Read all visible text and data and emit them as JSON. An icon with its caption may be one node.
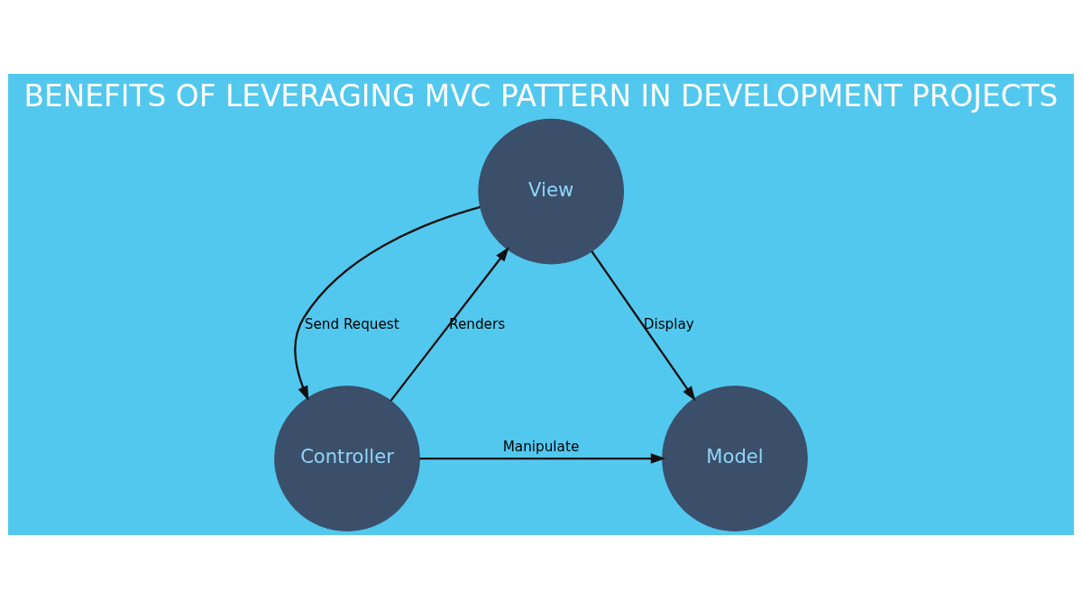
{
  "diagram": {
    "title": "BENEFITS OF LEVERAGING MVC PATTERN IN DEVELOPMENT PROJECTS",
    "nodes": [
      {
        "text": [
          "View"
        ]
      },
      {
        "text": [
          "Controller"
        ]
      },
      {
        "text": [
          "Model"
        ]
      }
    ],
    "edges": [
      {
        "from": 0,
        "to": 1,
        "arrow": "to",
        "label": "Send Request"
      },
      {
        "from": 1,
        "to": 0,
        "arrow": "to",
        "label": "Renders"
      },
      {
        "from": 0,
        "to": 2,
        "arrow": "to",
        "label": "Display"
      },
      {
        "from": 1,
        "to": 2,
        "arrow": "to",
        "label": "Manipulate"
      }
    ]
  }
}
